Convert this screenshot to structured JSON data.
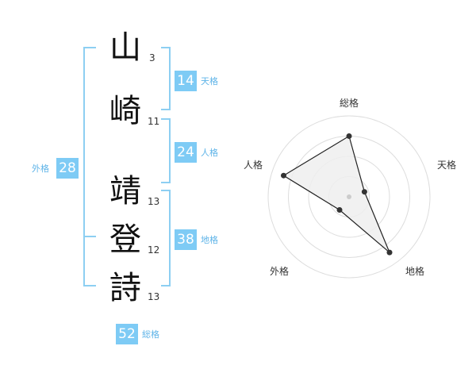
{
  "name": {
    "chars": [
      {
        "char": "山",
        "strokes": "3"
      },
      {
        "char": "崎",
        "strokes": "11"
      },
      {
        "char": "靖",
        "strokes": "13"
      },
      {
        "char": "登",
        "strokes": "12"
      },
      {
        "char": "詩",
        "strokes": "13"
      }
    ]
  },
  "kaku": {
    "tenkaku": {
      "value": "14",
      "label": "天格"
    },
    "jinkaku": {
      "value": "24",
      "label": "人格"
    },
    "chikaku": {
      "value": "38",
      "label": "地格"
    },
    "gaikaku": {
      "value": "28",
      "label": "外格"
    },
    "soukaku": {
      "value": "52",
      "label": "総格"
    }
  },
  "colors": {
    "accent": "#7ecbf5",
    "bracket": "#8dcff2",
    "label": "#5fb4e8"
  },
  "chart_data": {
    "type": "radar",
    "axes": [
      "総格",
      "天格",
      "地格",
      "外格",
      "人格"
    ],
    "values": [
      0.75,
      0.2,
      0.85,
      0.2,
      0.85
    ],
    "rings": 4
  }
}
